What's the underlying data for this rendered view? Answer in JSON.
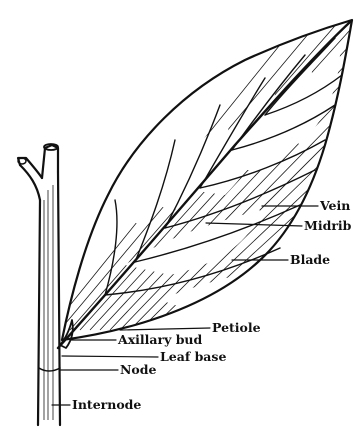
{
  "labels": {
    "vein": "Vein",
    "midrib": "Midrib",
    "blade": "Blade",
    "petiole": "Petiole",
    "axillary_bud": "Axillary bud",
    "leaf_base": "Leaf base",
    "node": "Node",
    "internode": "Internode"
  },
  "colors": {
    "ink": "#111111",
    "background": "#ffffff"
  }
}
